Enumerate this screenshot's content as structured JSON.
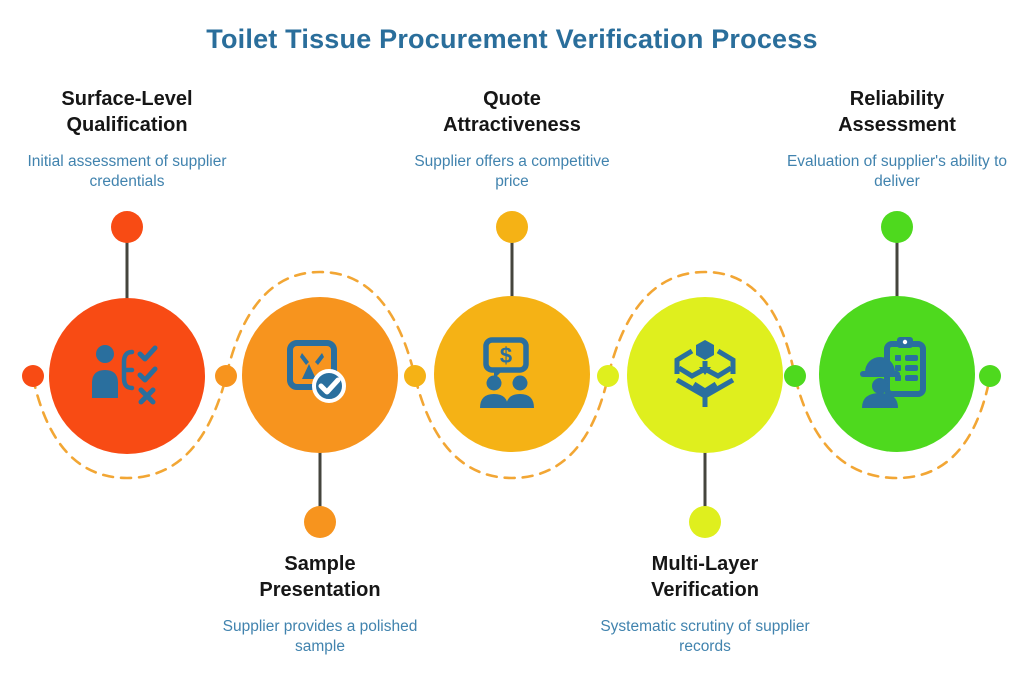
{
  "title": "Toilet Tissue Procurement Verification Process",
  "colors": {
    "title": "#2A6E9B",
    "heading": "#161616",
    "subtitle": "#4183AE",
    "icon": "#2A6F9E",
    "dash": "#F2A634",
    "stem": "#45453D",
    "background": "#FFFFFF"
  },
  "glyphs": {
    "dollar": "$"
  },
  "steps": [
    {
      "order": 1,
      "label_position": "top",
      "title": "Surface-Level Qualification",
      "subtitle": "Initial assessment of supplier credentials",
      "color": "#F84B14",
      "icon": "person-checklist-icon"
    },
    {
      "order": 2,
      "label_position": "bottom",
      "title": "Sample Presentation",
      "subtitle": "Supplier provides a polished sample",
      "color": "#F7941E",
      "icon": "sample-box-check-icon"
    },
    {
      "order": 3,
      "label_position": "top",
      "title": "Quote Attractiveness",
      "subtitle": "Supplier offers a competitive price",
      "color": "#F5B215",
      "icon": "price-negotiation-icon"
    },
    {
      "order": 4,
      "label_position": "bottom",
      "title": "Multi-Layer Verification",
      "subtitle": "Systematic scrutiny of supplier records",
      "color": "#DFEF1E",
      "icon": "multi-layer-icon"
    },
    {
      "order": 5,
      "label_position": "top",
      "title": "Reliability Assessment",
      "subtitle": "Evaluation of supplier's ability to deliver",
      "color": "#4ED91E",
      "icon": "worker-checklist-icon"
    }
  ]
}
